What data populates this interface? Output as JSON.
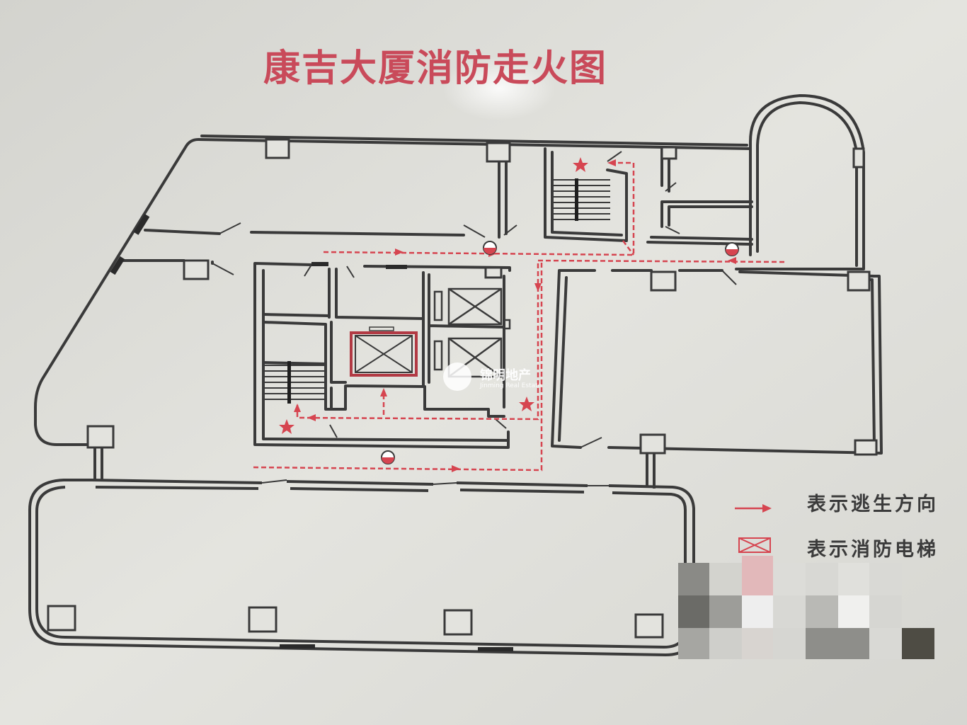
{
  "title": "康吉大厦消防走火图",
  "legend": {
    "escape_direction": "表示逃生方向",
    "fire_elevator": "表示消防电梯"
  },
  "watermark": {
    "name_cn": "锦明地产",
    "name_en": "Jinming Real Estate"
  },
  "colors": {
    "board": "#e2e2dd",
    "wall": "#3a3a3a",
    "accent_red": "#d64550",
    "title_red": "#c94a5a",
    "legend_text": "#3b3b3b"
  },
  "icons": [
    "fire-extinguisher-icon",
    "star-marker-icon",
    "escape-arrow-icon",
    "fire-elevator-icon",
    "stair-icon"
  ]
}
